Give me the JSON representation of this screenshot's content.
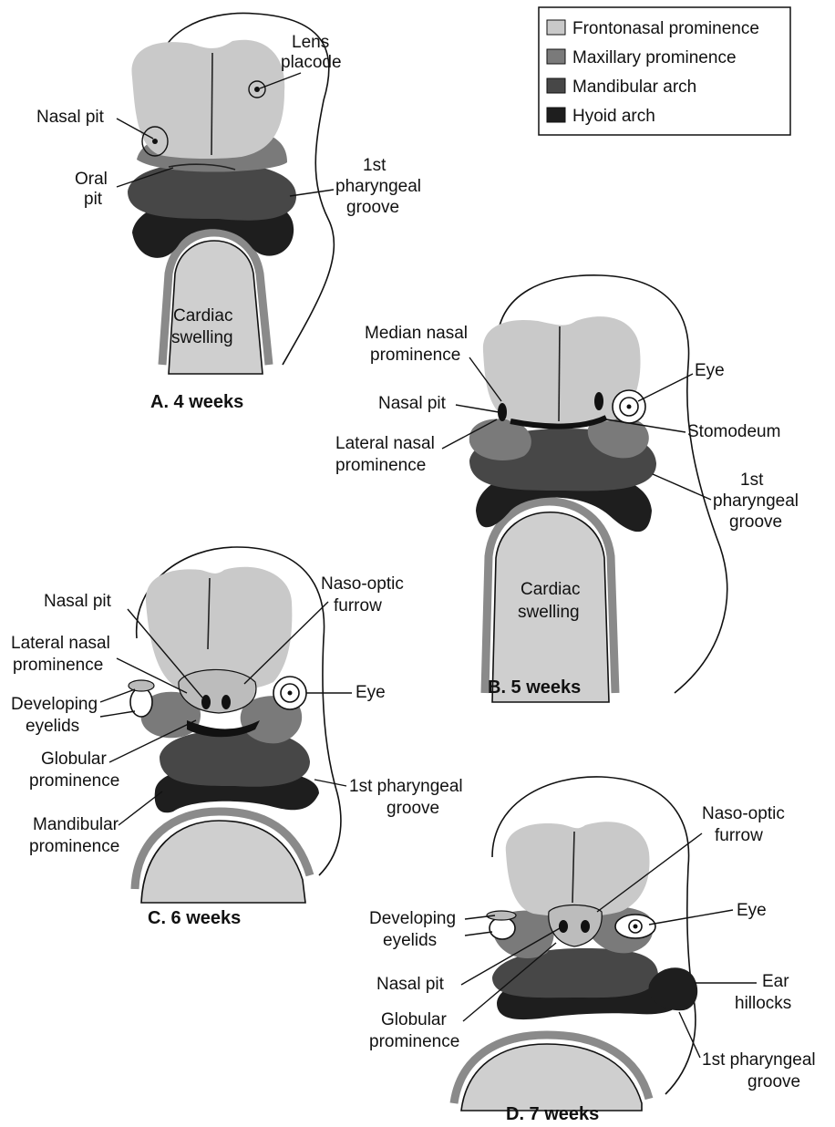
{
  "legend": {
    "items": [
      {
        "label": "Frontonasal prominence",
        "color": "#c9c9c9"
      },
      {
        "label": "Maxillary prominence",
        "color": "#7a7a7a"
      },
      {
        "label": "Mandibular arch",
        "color": "#474747"
      },
      {
        "label": "Hyoid arch",
        "color": "#1e1e1e"
      }
    ]
  },
  "panel_a": {
    "caption": "A. 4 weeks",
    "lens_1": "Lens",
    "lens_2": "placode",
    "nasal_pit": "Nasal pit",
    "oral_1": "Oral",
    "oral_2": "pit",
    "groove_1": "1st",
    "groove_2": "pharyngeal",
    "groove_3": "groove",
    "cardiac_1": "Cardiac",
    "cardiac_2": "swelling"
  },
  "panel_b": {
    "caption": "B. 5 weeks",
    "median_1": "Median nasal",
    "median_2": "prominence",
    "nasal_pit": "Nasal pit",
    "lateral_1": "Lateral nasal",
    "lateral_2": "prominence",
    "eye": "Eye",
    "stomodeum": "Stomodeum",
    "groove_1": "1st",
    "groove_2": "pharyngeal",
    "groove_3": "groove",
    "cardiac_1": "Cardiac",
    "cardiac_2": "swelling"
  },
  "panel_c": {
    "caption": "C. 6 weeks",
    "nasal_pit": "Nasal pit",
    "naso_1": "Naso-optic",
    "naso_2": "furrow",
    "lateral_1": "Lateral nasal",
    "lateral_2": "prominence",
    "eyelids_1": "Developing",
    "eyelids_2": "eyelids",
    "eye": "Eye",
    "globular_1": "Globular",
    "globular_2": "prominence",
    "groove_1": "1st pharyngeal",
    "groove_2": "groove",
    "mandibular_1": "Mandibular",
    "mandibular_2": "prominence"
  },
  "panel_d": {
    "caption": "D. 7 weeks",
    "naso_1": "Naso-optic",
    "naso_2": "furrow",
    "eyelids_1": "Developing",
    "eyelids_2": "eyelids",
    "eye": "Eye",
    "nasal_pit": "Nasal pit",
    "ear_1": "Ear",
    "ear_2": "hillocks",
    "globular_1": "Globular",
    "globular_2": "prominence",
    "groove_1": "1st pharyngeal",
    "groove_2": "groove"
  }
}
